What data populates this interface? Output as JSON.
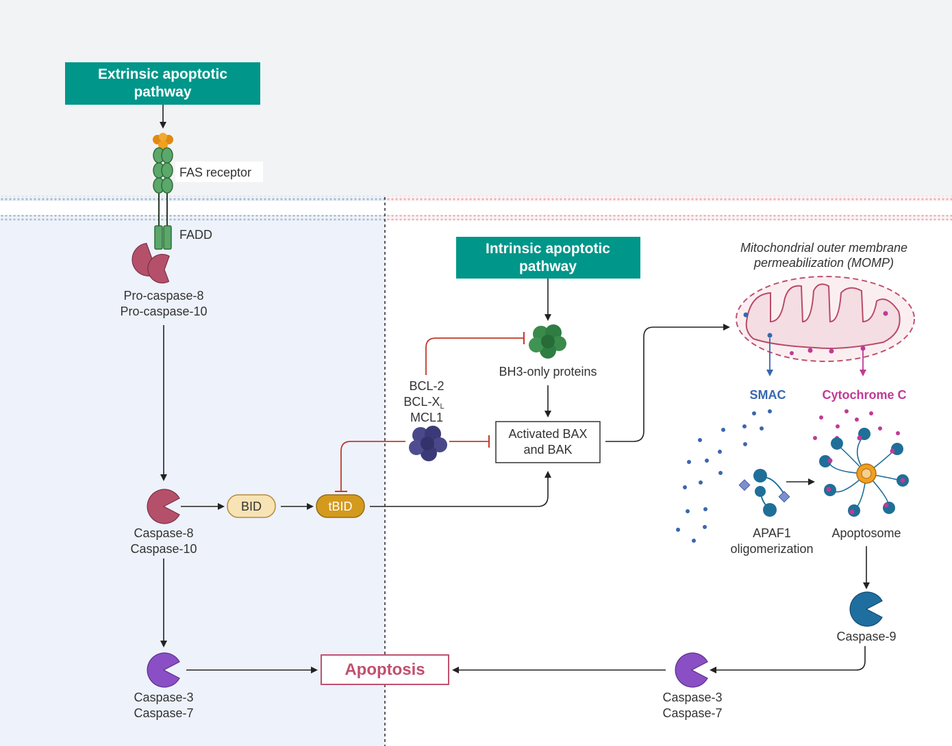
{
  "extrinsic": {
    "title_line1": "Extrinsic apoptotic",
    "title_line2": "pathway"
  },
  "intrinsic": {
    "title_line1": "Intrinsic apoptotic",
    "title_line2": "pathway"
  },
  "labels": {
    "fas_receptor": "FAS receptor",
    "fadd": "FADD",
    "procaspase8": "Pro-caspase-8",
    "procaspase10": "Pro-caspase-10",
    "caspase8": "Caspase-8",
    "caspase10": "Caspase-10",
    "caspase3_left": "Caspase-3",
    "caspase7_left": "Caspase-7",
    "caspase3_right": "Caspase-3",
    "caspase7_right": "Caspase-7",
    "bid": "BID",
    "tbid": "tBID",
    "apoptosis": "Apoptosis",
    "bh3": "BH3-only proteins",
    "bcl2": "BCL-2",
    "bclxl_main": "BCL-X",
    "bclxl_sub": "L",
    "mcl1": "MCL1",
    "bax_line1": "Activated BAX",
    "bax_line2": "and BAK",
    "momp_line1": "Mitochondrial outer membrane",
    "momp_line2": "permeabilization (MOMP)",
    "smac": "SMAC",
    "cytc": "Cytochrome C",
    "apaf1_line1": "APAF1",
    "apaf1_line2": "oligomerization",
    "apoptosome": "Apoptosome",
    "caspase9": "Caspase-9"
  },
  "colors": {
    "teal": "#00968a",
    "caspase8": "#b5506a",
    "caspase3": "#8a4fc4",
    "caspase9": "#1e6fa0",
    "apaf": "#1f6f98",
    "smac": "#3a66b0",
    "cytc": "#c03a95",
    "inhibit": "#c0392b",
    "bh3": "#2e7d42",
    "bcl": "#3b3a78",
    "bid_fill": "#f7e3b4",
    "tbid_fill": "#d49a1e",
    "apoptosis": "#c0506e",
    "mito": "#c0506e"
  }
}
